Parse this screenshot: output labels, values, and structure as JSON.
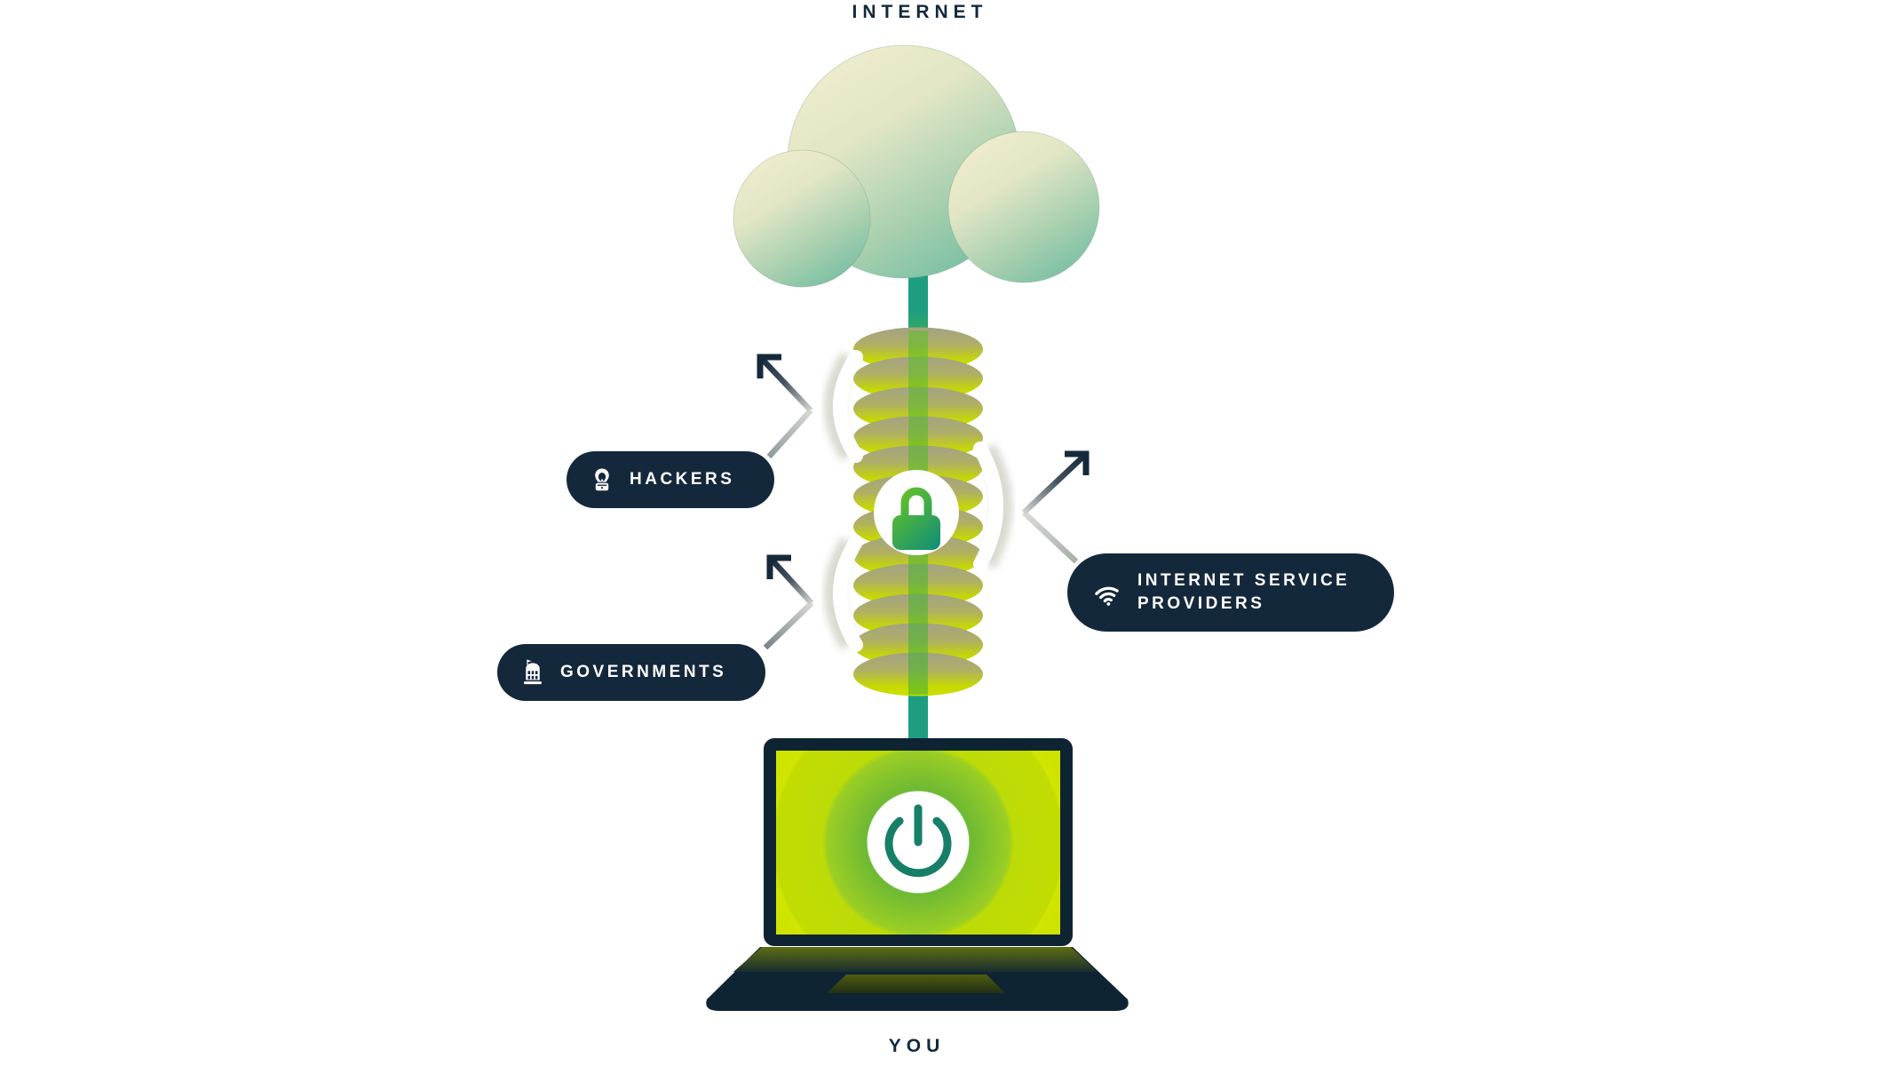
{
  "diagram": {
    "top_label": "INTERNET",
    "bottom_label": "YOU",
    "badges": {
      "hackers": {
        "label": "HACKERS",
        "icon": "hacker-hood-icon"
      },
      "governments": {
        "label": "GOVERNMENTS",
        "icon": "government-building-icon"
      },
      "isps": {
        "label_line1": "INTERNET SERVICE",
        "label_line2": "PROVIDERS",
        "icon": "wifi-icon"
      }
    },
    "icons": {
      "top": "internet-cloud",
      "center": "padlock-icon",
      "bottom": "laptop-with-power-button"
    },
    "colors": {
      "badge_navy": "#14283C",
      "label_navy": "#13293C",
      "cable_teal": "#1E9E81",
      "tunnel_lime": "#C8DC00",
      "tunnel_khaki": "#A3A284",
      "screen_lime": "#C3DC00",
      "power_teal": "#177F68",
      "lock_green": "#6AC521",
      "lock_teal": "#0B8B7C",
      "cloud_cream": "#F1EDCF",
      "cloud_teal": "#7FC2A5",
      "background": "#FFFFFF"
    }
  }
}
